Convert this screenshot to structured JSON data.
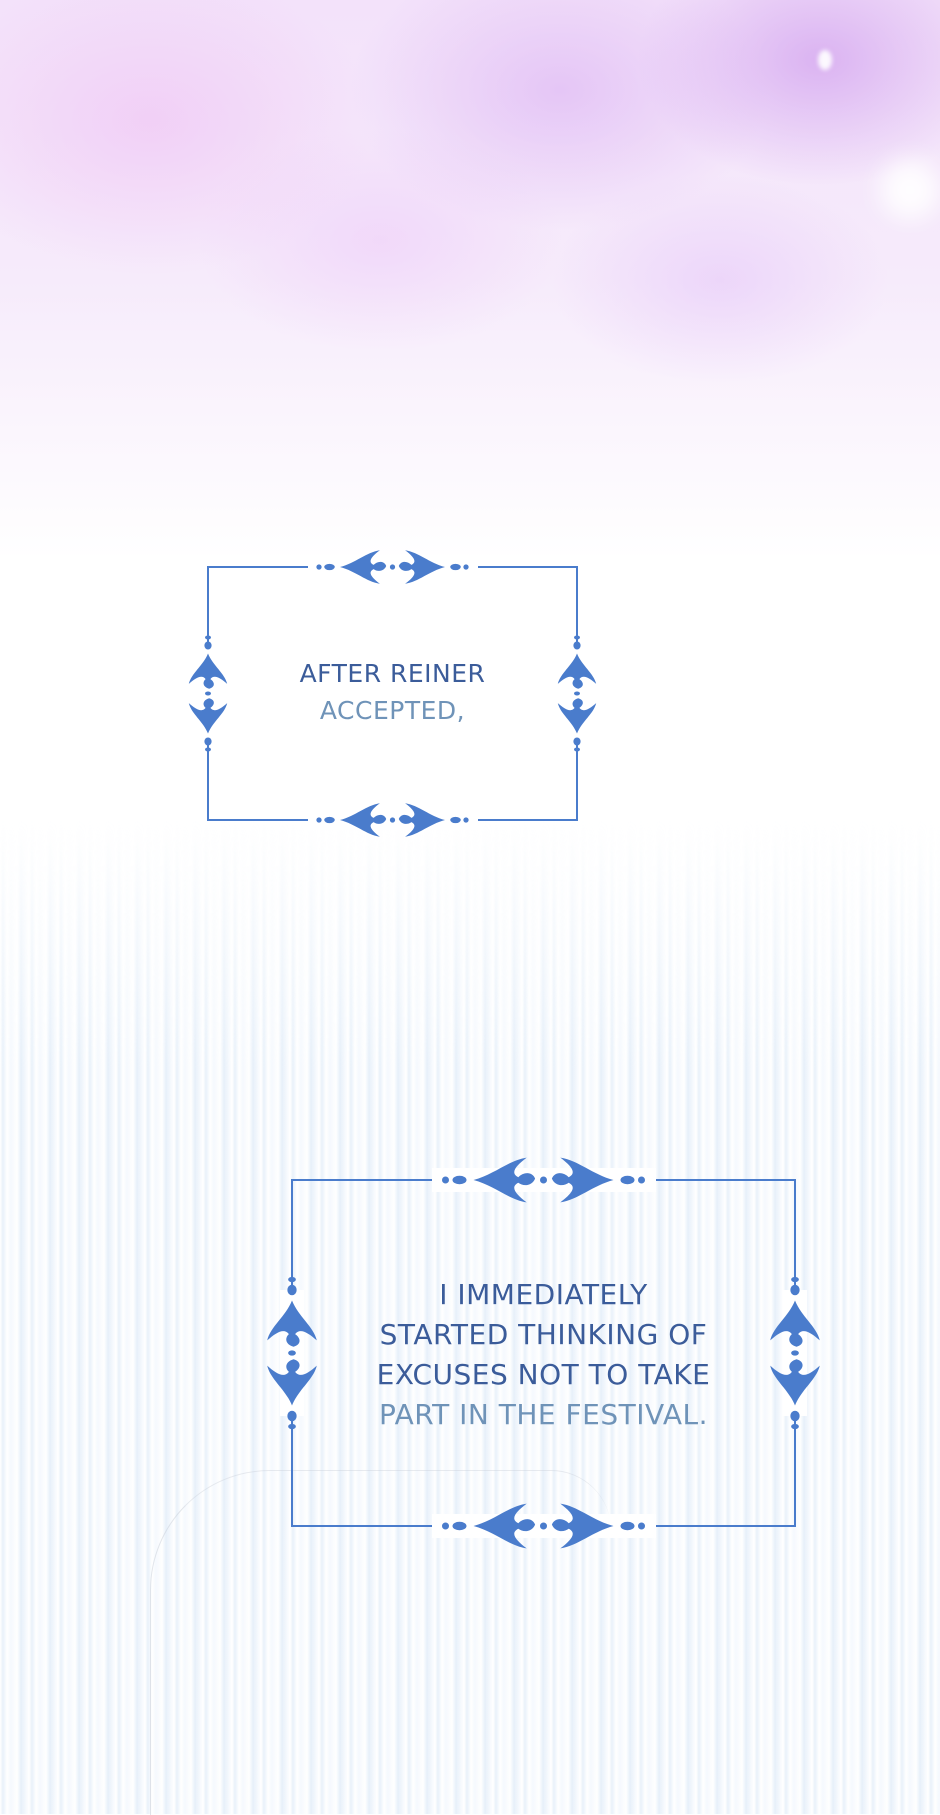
{
  "captions": [
    {
      "lines": [
        "AFTER REINER",
        "ACCEPTED,"
      ]
    },
    {
      "lines": [
        "I IMMEDIATELY",
        "STARTED THINKING OF",
        "EXCUSES NOT TO TAKE",
        "PART IN THE FESTIVAL."
      ]
    }
  ],
  "colors": {
    "frame": "#4a7ccc",
    "text_dark": "#3b5c9a",
    "text_light": "#6f93b8"
  }
}
